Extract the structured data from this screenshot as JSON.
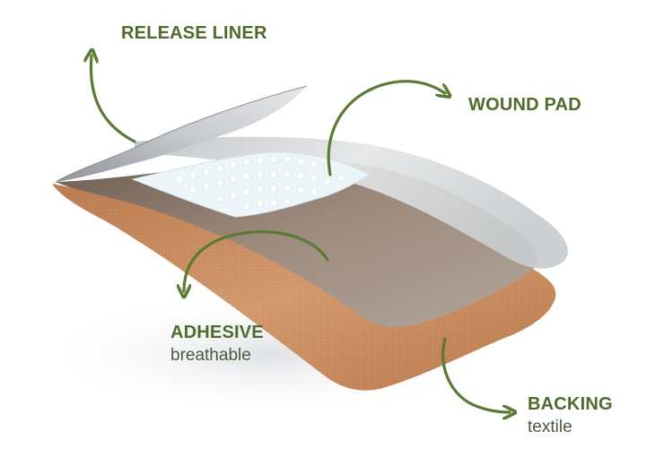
{
  "labels": {
    "release_liner": {
      "title": "RELEASE LINER"
    },
    "wound_pad": {
      "title": "WOUND PAD"
    },
    "adhesive": {
      "title": "ADHESIVE",
      "sub": "breathable"
    },
    "backing": {
      "title": "BACKING",
      "sub": "textile"
    }
  },
  "colors": {
    "label_green": "#4e6b2c",
    "arrow_green": "#5b7a34",
    "backing_tan": "#c98a5e",
    "adhesive_brown": "#8a7566",
    "liner_gray": "#d3d5d7",
    "pad_white": "#eef5f8"
  },
  "icons": {
    "arrows": [
      "curved-arrow-icon",
      "curved-arrow-icon",
      "curved-arrow-icon",
      "curved-arrow-icon"
    ]
  }
}
